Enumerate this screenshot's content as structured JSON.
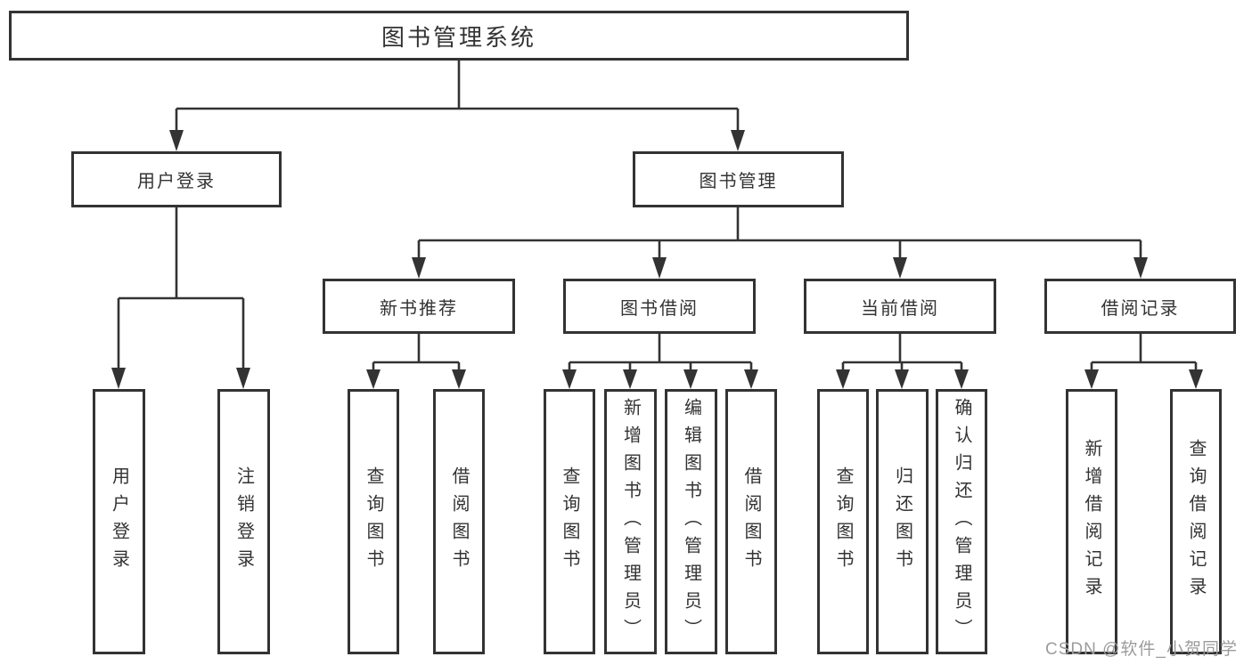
{
  "diagram": {
    "root": {
      "label": "图书管理系统"
    },
    "branches": [
      {
        "label": "用户登录",
        "children": [
          {
            "label": "用户登录"
          },
          {
            "label": "注销登录"
          }
        ]
      },
      {
        "label": "图书管理",
        "children": [
          {
            "label": "新书推荐",
            "children": [
              {
                "label": "查询图书"
              },
              {
                "label": "借阅图书"
              }
            ]
          },
          {
            "label": "图书借阅",
            "children": [
              {
                "label": "查询图书"
              },
              {
                "label": "新增图书（管理员）"
              },
              {
                "label": "编辑图书（管理员）"
              },
              {
                "label": "借阅图书"
              }
            ]
          },
          {
            "label": "当前借阅",
            "children": [
              {
                "label": "查询图书"
              },
              {
                "label": "归还图书"
              },
              {
                "label": "确认归还（管理员）"
              }
            ]
          },
          {
            "label": "借阅记录",
            "children": [
              {
                "label": "新增借阅记录"
              },
              {
                "label": "查询借阅记录"
              }
            ]
          }
        ]
      }
    ]
  },
  "watermark": {
    "text": "CSDN @软件_小贺同学"
  },
  "colors": {
    "line": "#333333",
    "text": "#333333",
    "box_background": "#ffffff",
    "page_background": "#ffffff",
    "watermark": "#9c9c9c"
  }
}
